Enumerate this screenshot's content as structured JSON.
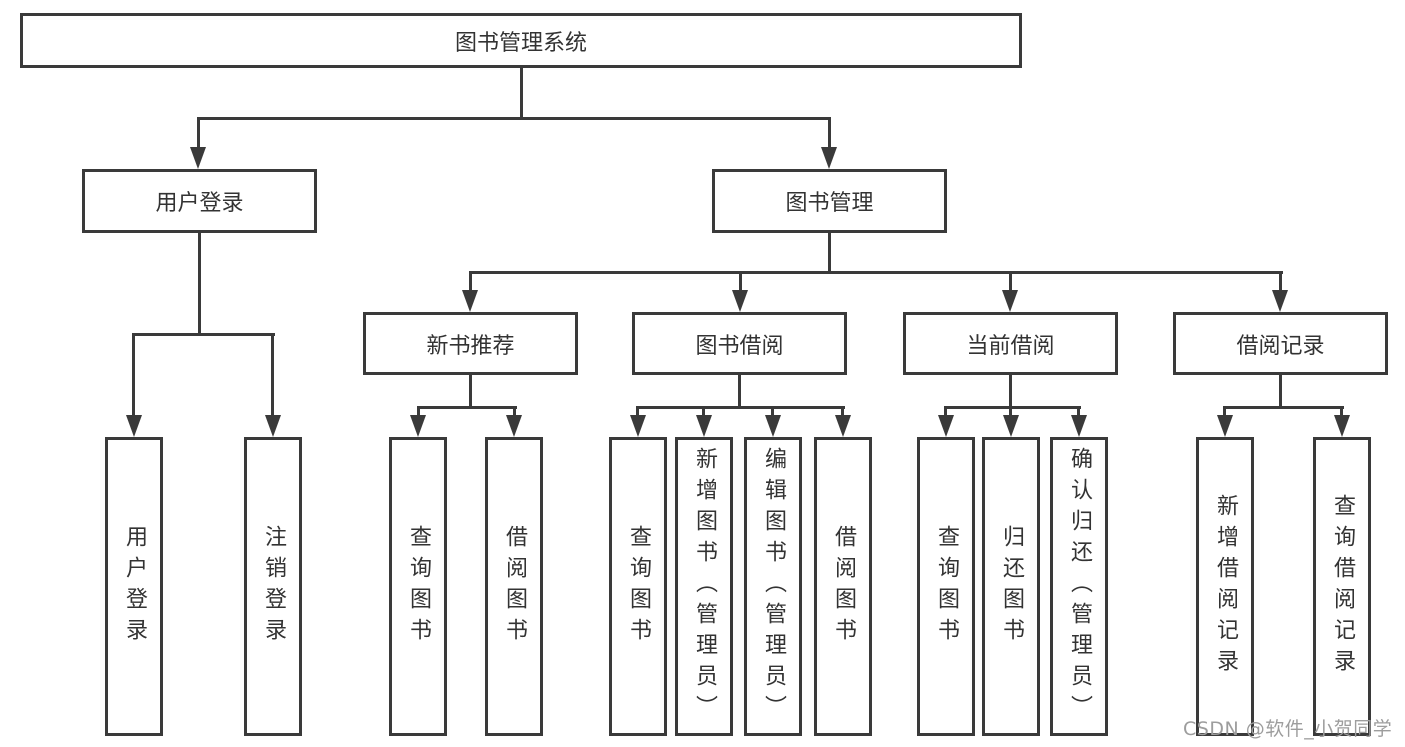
{
  "diagram": {
    "title": "图书管理系统",
    "type": "tree-structure-chart",
    "colors": {
      "line": "#3a3a3a",
      "text": "#333333",
      "watermark_text_color": "#9d9d9d",
      "background": "#ffffff"
    },
    "nodes": {
      "root": "图书管理系统",
      "user_login": "用户登录",
      "book_mgmt": "图书管理",
      "new_books": "新书推荐",
      "book_borrow": "图书借阅",
      "current_borrow": "当前借阅",
      "borrow_records": "借阅记录",
      "leaf_user_login": "用户登录",
      "leaf_logout": "注销登录",
      "leaf_nb_query": "查询图书",
      "leaf_nb_borrow": "借阅图书",
      "leaf_bb_query": "查询图书",
      "leaf_bb_add": "新增图书（管理员）",
      "leaf_bb_edit": "编辑图书（管理员）",
      "leaf_bb_borrow": "借阅图书",
      "leaf_cb_query": "查询图书",
      "leaf_cb_return": "归还图书",
      "leaf_cb_confirm": "确认归还（管理员）",
      "leaf_r_add": "新增借阅记录",
      "leaf_r_query": "查询借阅记录"
    },
    "hierarchy": {
      "图书管理系统": {
        "用户登录": [
          "用户登录",
          "注销登录"
        ],
        "图书管理": {
          "新书推荐": [
            "查询图书",
            "借阅图书"
          ],
          "图书借阅": [
            "查询图书",
            "新增图书（管理员）",
            "编辑图书（管理员）",
            "借阅图书"
          ],
          "当前借阅": [
            "查询图书",
            "归还图书",
            "确认归还（管理员）"
          ],
          "借阅记录": [
            "新增借阅记录",
            "查询借阅记录"
          ]
        }
      }
    },
    "watermark": "CSDN @软件_小贺同学"
  }
}
